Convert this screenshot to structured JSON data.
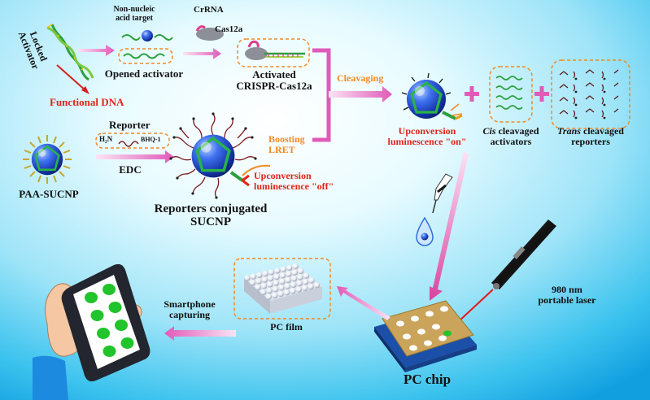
{
  "labels": {
    "non_nucleic_target": "Non-nucleic\nacid target",
    "locked_activator": "Locked\nActivator",
    "crrna": "CrRNA",
    "cas12a": "Cas12a",
    "opened_activator": "Opened activator",
    "activated_crispr": "Activated\nCRISPR-Cas12a",
    "functional_dna": "Functional DNA",
    "cleavaging": "Cleavaging",
    "reporter": "Reporter",
    "h2n": "H₂N",
    "bhq1": "BHQ-1",
    "edc": "EDC",
    "paa_sucnp": "PAA-SUCNP",
    "boosting_lret": "Boosting\nLRET",
    "upconversion_off": "Upconversion\nluminescence \"off\"",
    "reporters_conjugated": "Reporters conjugated\nSUCNP",
    "upconversion_on": "Upconversion\nluminescence \"on\"",
    "cis_prefix": "Cis",
    "cis_rest": " cleavaged\nactivators",
    "trans_prefix": "Trans",
    "trans_rest": " cleavaged\nreporters",
    "laser": "980 nm\nportable laser",
    "pc_film": "PC film",
    "smartphone_capturing": "Smartphone\ncapturing",
    "pc_chip": "PC chip"
  },
  "colors": {
    "arrow_pink": "#f0a6d8",
    "arrow_magenta": "#d24da8",
    "label_red": "#e2231a",
    "label_orange": "#f08a24",
    "particle_blue": "#1e4fd0",
    "phone_green": "#21c42b",
    "laser_red": "#e8141a",
    "chip_gold": "#c9a45a"
  },
  "icons": [
    "nanoparticle-icon",
    "pipette-icon",
    "droplet-icon",
    "laser-pointer-icon",
    "smartphone-icon",
    "hand-icon",
    "pc-chip-icon",
    "pc-film-icon"
  ]
}
